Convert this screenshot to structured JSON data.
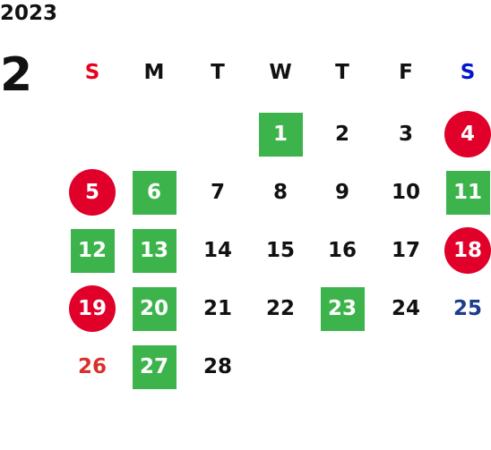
{
  "year": "2023",
  "month": "2",
  "colors": {
    "green_marker": "#3cb44b",
    "red_marker": "#e0002a",
    "sunday_header": "#e8001c",
    "saturday_header": "#0018c8",
    "sunday_text": "#d8312c",
    "saturday_text": "#1c3c8c"
  },
  "weekdays": [
    {
      "label": "S",
      "color": "#e8001c"
    },
    {
      "label": "M",
      "color": "#111111"
    },
    {
      "label": "T",
      "color": "#111111"
    },
    {
      "label": "W",
      "color": "#111111"
    },
    {
      "label": "T",
      "color": "#111111"
    },
    {
      "label": "F",
      "color": "#111111"
    },
    {
      "label": "S",
      "color": "#0018c8"
    }
  ],
  "days": [
    {
      "n": "1",
      "col": 3,
      "row": 0,
      "mark": "green"
    },
    {
      "n": "2",
      "col": 4,
      "row": 0,
      "mark": "none"
    },
    {
      "n": "3",
      "col": 5,
      "row": 0,
      "mark": "none"
    },
    {
      "n": "4",
      "col": 6,
      "row": 0,
      "mark": "red"
    },
    {
      "n": "5",
      "col": 0,
      "row": 1,
      "mark": "red"
    },
    {
      "n": "6",
      "col": 1,
      "row": 1,
      "mark": "green"
    },
    {
      "n": "7",
      "col": 2,
      "row": 1,
      "mark": "none"
    },
    {
      "n": "8",
      "col": 3,
      "row": 1,
      "mark": "none"
    },
    {
      "n": "9",
      "col": 4,
      "row": 1,
      "mark": "none"
    },
    {
      "n": "10",
      "col": 5,
      "row": 1,
      "mark": "none"
    },
    {
      "n": "11",
      "col": 6,
      "row": 1,
      "mark": "green"
    },
    {
      "n": "12",
      "col": 0,
      "row": 2,
      "mark": "green"
    },
    {
      "n": "13",
      "col": 1,
      "row": 2,
      "mark": "green"
    },
    {
      "n": "14",
      "col": 2,
      "row": 2,
      "mark": "none"
    },
    {
      "n": "15",
      "col": 3,
      "row": 2,
      "mark": "none"
    },
    {
      "n": "16",
      "col": 4,
      "row": 2,
      "mark": "none"
    },
    {
      "n": "17",
      "col": 5,
      "row": 2,
      "mark": "none"
    },
    {
      "n": "18",
      "col": 6,
      "row": 2,
      "mark": "red"
    },
    {
      "n": "19",
      "col": 0,
      "row": 3,
      "mark": "red"
    },
    {
      "n": "20",
      "col": 1,
      "row": 3,
      "mark": "green"
    },
    {
      "n": "21",
      "col": 2,
      "row": 3,
      "mark": "none"
    },
    {
      "n": "22",
      "col": 3,
      "row": 3,
      "mark": "none"
    },
    {
      "n": "23",
      "col": 4,
      "row": 3,
      "mark": "green"
    },
    {
      "n": "24",
      "col": 5,
      "row": 3,
      "mark": "none"
    },
    {
      "n": "25",
      "col": 6,
      "row": 3,
      "mark": "none",
      "color": "#1c3c8c"
    },
    {
      "n": "26",
      "col": 0,
      "row": 4,
      "mark": "none",
      "color": "#d8312c"
    },
    {
      "n": "27",
      "col": 1,
      "row": 4,
      "mark": "green"
    },
    {
      "n": "28",
      "col": 2,
      "row": 4,
      "mark": "none"
    }
  ]
}
